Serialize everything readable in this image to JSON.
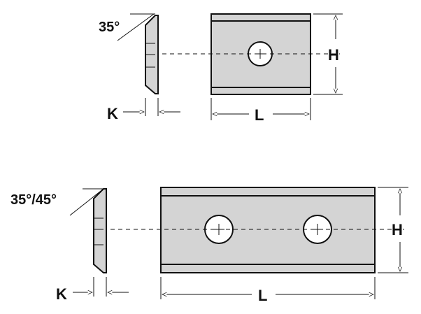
{
  "colors": {
    "background": "#ffffff",
    "insert_fill": "#d4d4d4",
    "line": "#111111"
  },
  "top_insert": {
    "angle_label": "35°",
    "thickness_label": "K",
    "height_label": "H",
    "length_label": "L",
    "screw_holes": 1
  },
  "bottom_insert": {
    "angle_label": "35°/45°",
    "thickness_label": "K",
    "height_label": "H",
    "length_label": "L",
    "screw_holes": 2
  }
}
